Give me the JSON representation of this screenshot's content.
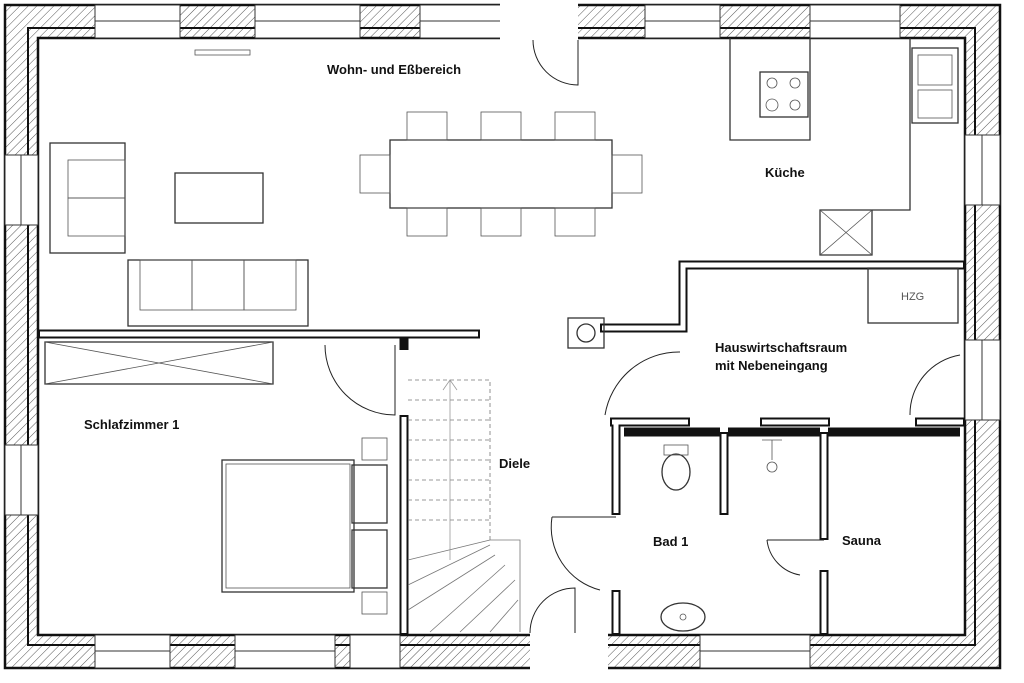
{
  "rooms": {
    "living": "Wohn- und Eßbereich",
    "kitchen": "Küche",
    "heating": "HZG",
    "utility_line1": "Hauswirtschaftsraum",
    "utility_line2": "mit Nebeneingang",
    "bedroom": "Schlafzimmer 1",
    "hall": "Diele",
    "bath": "Bad 1",
    "sauna": "Sauna"
  }
}
